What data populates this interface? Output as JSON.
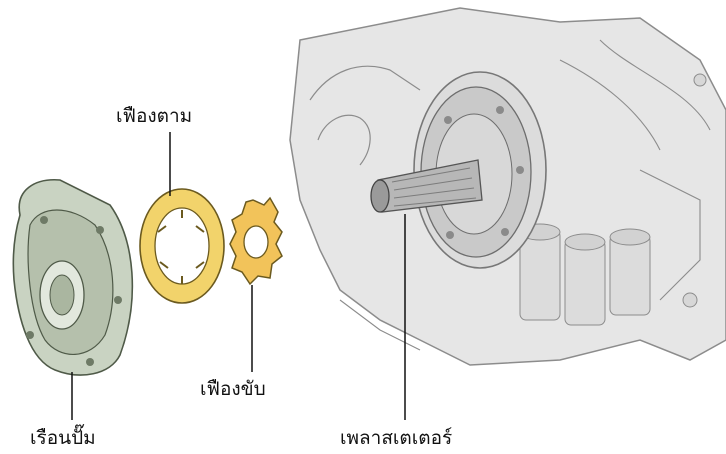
{
  "labels": {
    "driven_gear": "เฟืองตาม",
    "drive_gear": "เฟืองขับ",
    "pump_body": "เรือนปั๊ม",
    "stator_shaft": "เพลาสเตเตอร์"
  },
  "colors": {
    "housing_fill": "#e6e6e6",
    "housing_line": "#8c8c8c",
    "pump_body_fill": "#c9d3c2",
    "gear_fill": "#f2d36b",
    "gear_line": "#6b5a1f",
    "shaft_fill": "#b7b7b7",
    "leader_line": "#111111"
  }
}
